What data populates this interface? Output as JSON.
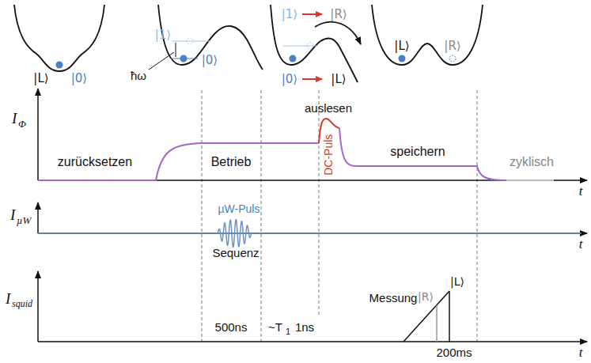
{
  "diagram": {
    "labels": [
      "|L⟩",
      "|0⟩",
      "|1⟩",
      "ħω",
      "|0⟩",
      "|1⟩",
      "|R⟩",
      "|0⟩",
      "|L⟩",
      "|L⟩",
      "|R⟩",
      "I",
      "Φ",
      "t",
      "zurücksetzen",
      "Betrieb",
      "auslesen",
      "DC-Puls",
      "speichern",
      "zyklisch",
      "I",
      "µW",
      "t",
      "µW-Puls",
      "Sequenz",
      "I",
      "squid",
      "t",
      "Messung",
      "|R⟩",
      "|L⟩",
      "500ns",
      "~T",
      "1",
      "1ns",
      "200ms"
    ]
  }
}
